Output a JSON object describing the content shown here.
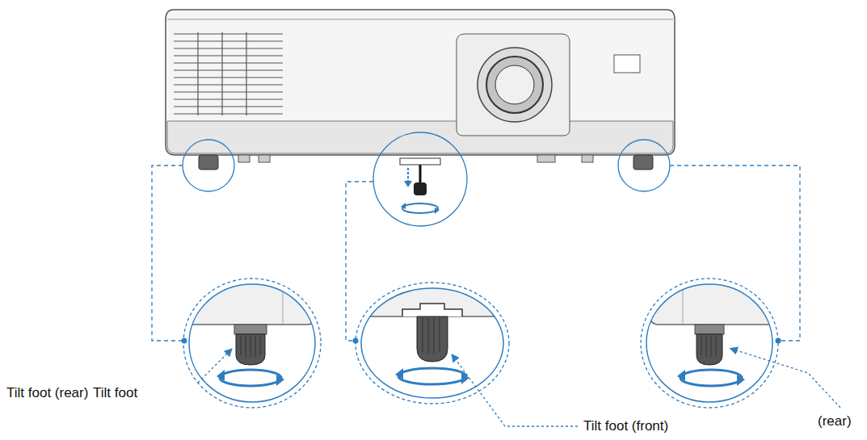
{
  "diagram": {
    "labels": [
      "Tilt foot (rear)",
      "Tilt foot",
      "Tilt foot (front)",
      "(rear)"
    ]
  }
}
